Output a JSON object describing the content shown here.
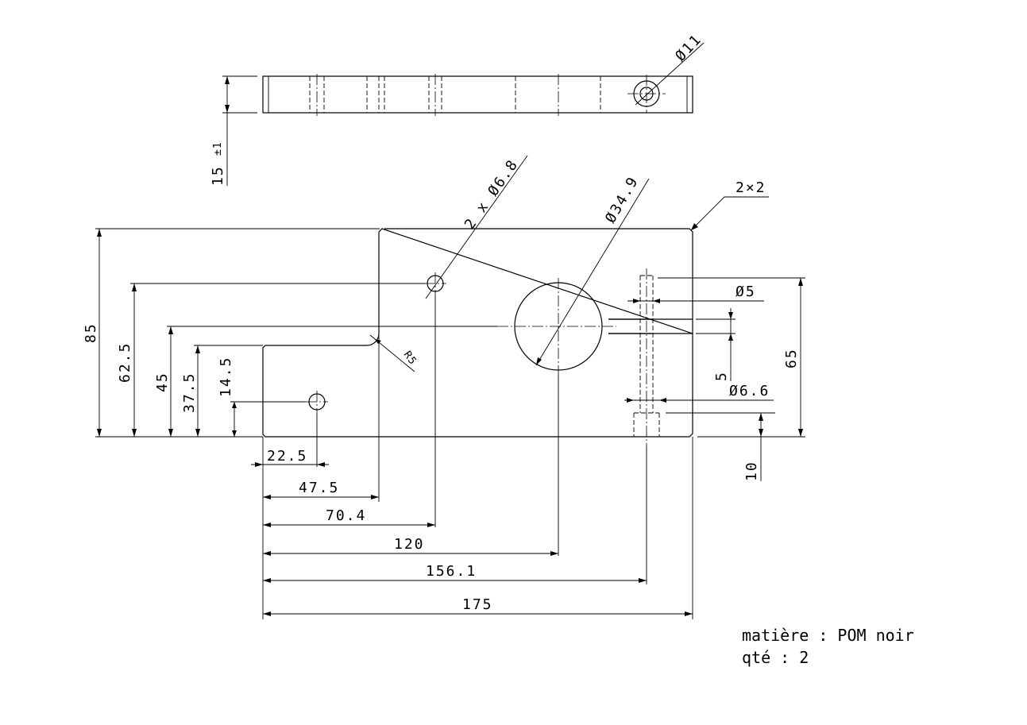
{
  "dimensions": {
    "top_view_diameter": "Ø11",
    "thickness": "15",
    "thickness_tolerance": "±1",
    "holes_small": "2 x Ø6.8",
    "hole_large": "Ø34.9",
    "chamfer": "2×2",
    "radius": "R5",
    "height_85": "85",
    "height_62_5": "62.5",
    "height_45": "45",
    "height_37_5": "37.5",
    "height_14_5": "14.5",
    "height_65": "65",
    "slot_5": "5",
    "diameter_5": "Ø5",
    "diameter_6_6": "Ø6.6",
    "depth_10": "10",
    "len_22_5": "22.5",
    "len_47_5": "47.5",
    "len_70_4": "70.4",
    "len_120": "120",
    "len_156_1": "156.1",
    "len_175": "175"
  },
  "notes": {
    "material": "matière : POM noir",
    "quantity": "qté : 2"
  }
}
